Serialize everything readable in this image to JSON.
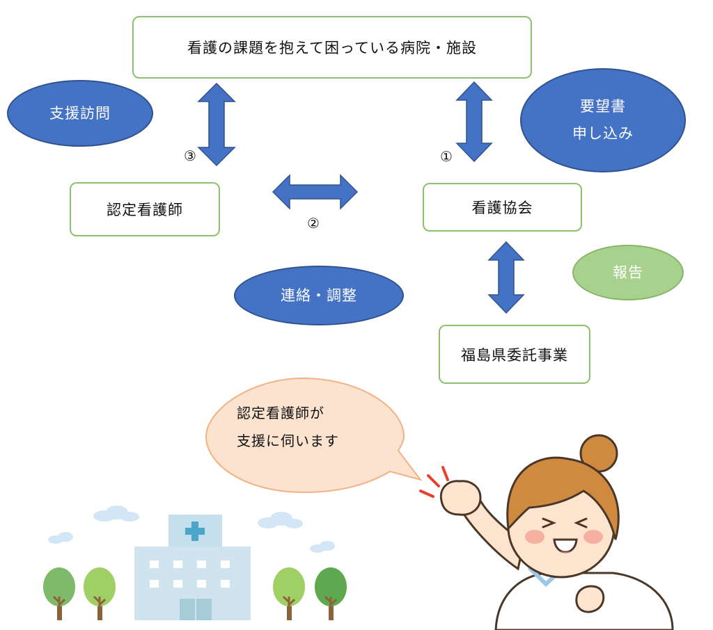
{
  "boxes": {
    "hospital": "看護の課題を抱えて困っている病院・施設",
    "nurse": "認定看護師",
    "association": "看護協会",
    "project": "福島県委託事業"
  },
  "labels": {
    "support_visit": "支援訪問",
    "request_line1": "要望書",
    "request_line2": "申し込み",
    "contact": "連絡・調整",
    "report": "報告"
  },
  "numbers": {
    "one": "①",
    "two": "②",
    "three": "③"
  },
  "speech": {
    "line1": "認定看護師が",
    "line2": "支援に伺います"
  },
  "colors": {
    "box_border": "#8cc06a",
    "arrow_blue": "#4472c4",
    "oval_blue": "#4472c4",
    "oval_green": "#a9d18e",
    "bubble_fill": "#fbe3d0",
    "bubble_border": "#f4b183"
  }
}
